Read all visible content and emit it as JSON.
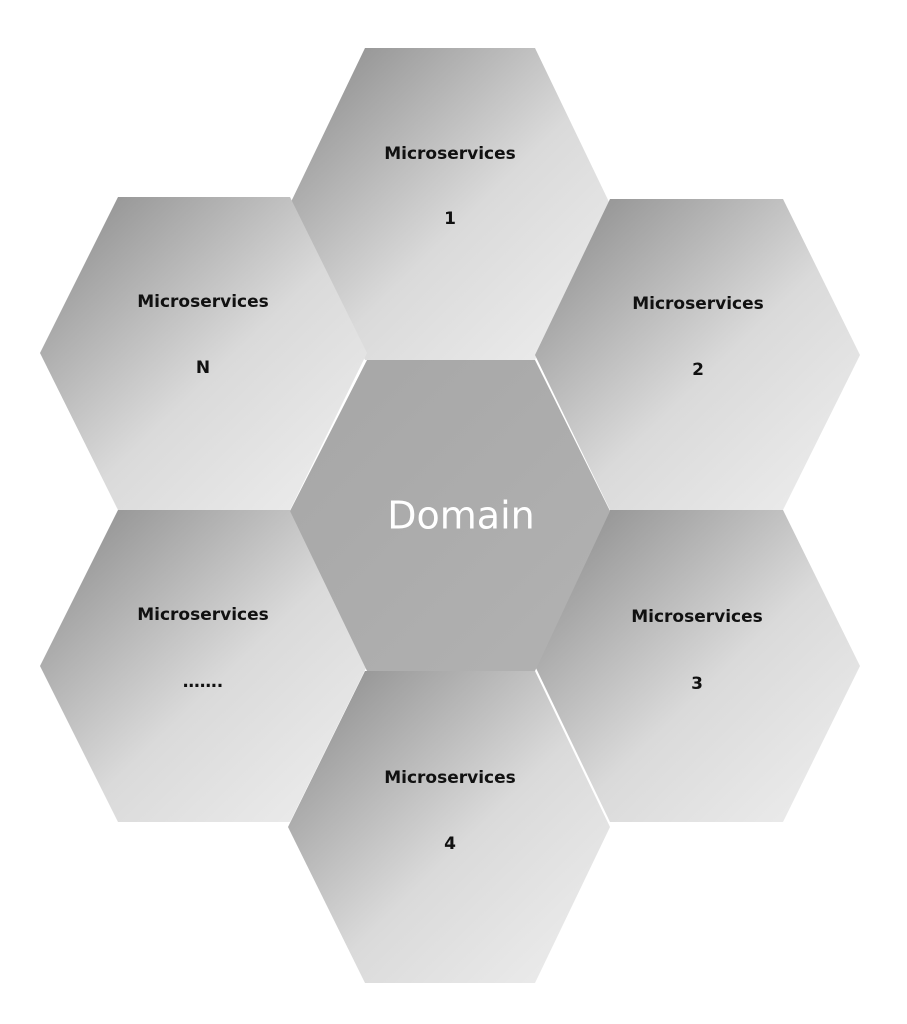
{
  "diagram": {
    "center": {
      "label": "Domain"
    },
    "nodes": [
      {
        "title": "Microservices",
        "sub": "1"
      },
      {
        "title": "Microservices",
        "sub": "2"
      },
      {
        "title": "Microservices",
        "sub": "3"
      },
      {
        "title": "Microservices",
        "sub": "4"
      },
      {
        "title": "Microservices",
        "sub": "……."
      },
      {
        "title": "Microservices",
        "sub": "N"
      }
    ]
  },
  "colors": {
    "outer_dark": "#878787",
    "outer_light": "#ededed",
    "center_fill": "#ababab",
    "text_dark": "#111111",
    "text_light": "#ffffff"
  }
}
